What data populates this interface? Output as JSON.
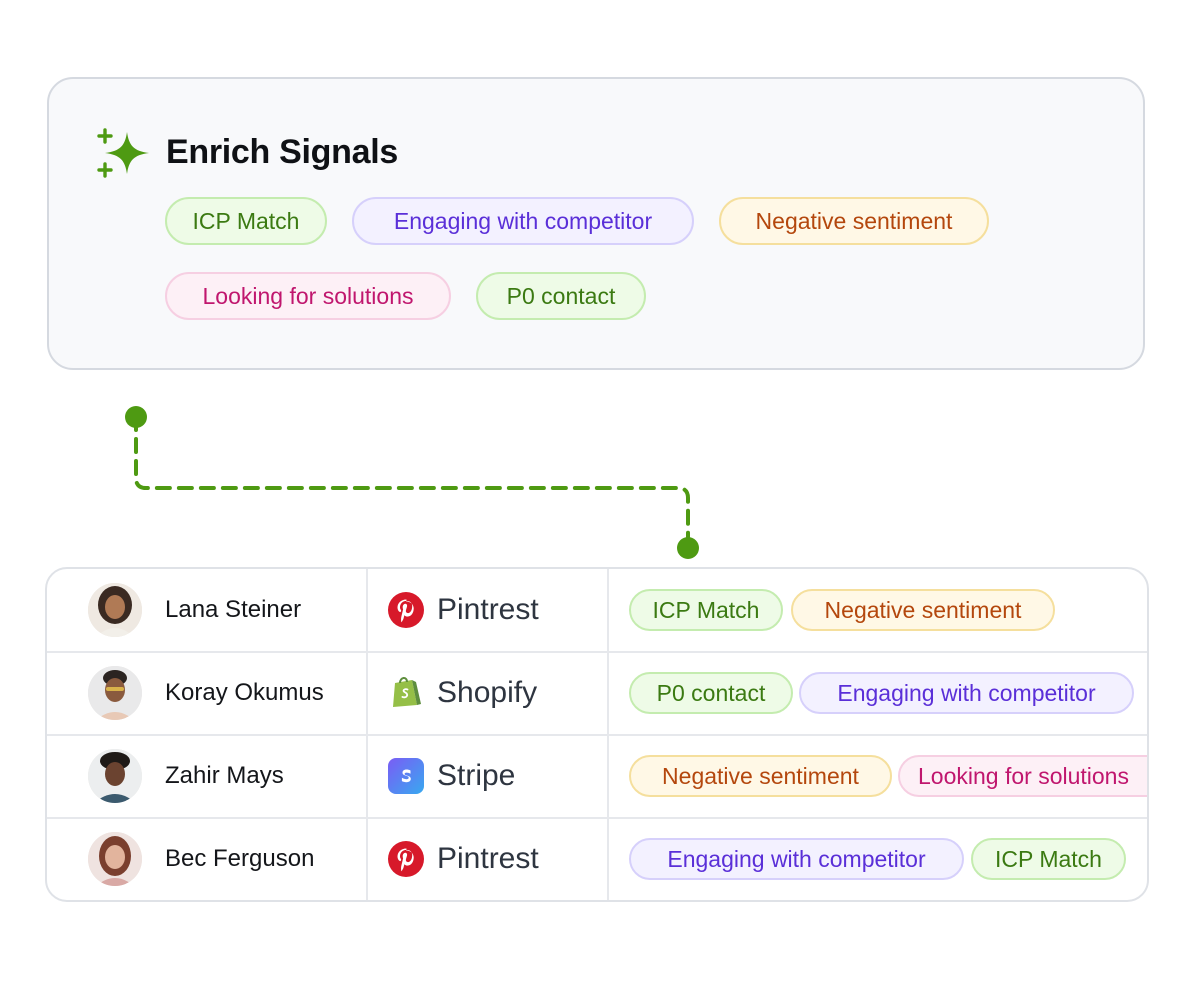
{
  "enrich": {
    "title": "Enrich Signals",
    "signals": [
      {
        "label": "ICP Match",
        "color": "green"
      },
      {
        "label": "Engaging with competitor",
        "color": "purple"
      },
      {
        "label": "Negative sentiment",
        "color": "orange"
      },
      {
        "label": "Looking for solutions",
        "color": "pink"
      },
      {
        "label": "P0 contact",
        "color": "green"
      }
    ]
  },
  "colors": {
    "accent_green": "#4e9a12",
    "green_text": "#3b7a12",
    "purple_text": "#5a2fd8",
    "orange_text": "#b4470d",
    "pink_text": "#c0166e"
  },
  "rows": [
    {
      "name": "Lana Steiner",
      "company": "Pintrest",
      "logo": "pinterest-logo",
      "signals": [
        "ICP Match",
        "Negative sentiment"
      ]
    },
    {
      "name": "Koray Okumus",
      "company": "Shopify",
      "logo": "shopify-logo",
      "signals": [
        "P0 contact",
        "Engaging with competitor"
      ]
    },
    {
      "name": "Zahir Mays",
      "company": "Stripe",
      "logo": "stripe-logo",
      "signals": [
        "Negative sentiment",
        "Looking for solutions"
      ]
    },
    {
      "name": "Bec Ferguson",
      "company": "Pintrest",
      "logo": "pinterest-logo",
      "signals": [
        "Engaging with competitor",
        "ICP Match"
      ]
    }
  ]
}
